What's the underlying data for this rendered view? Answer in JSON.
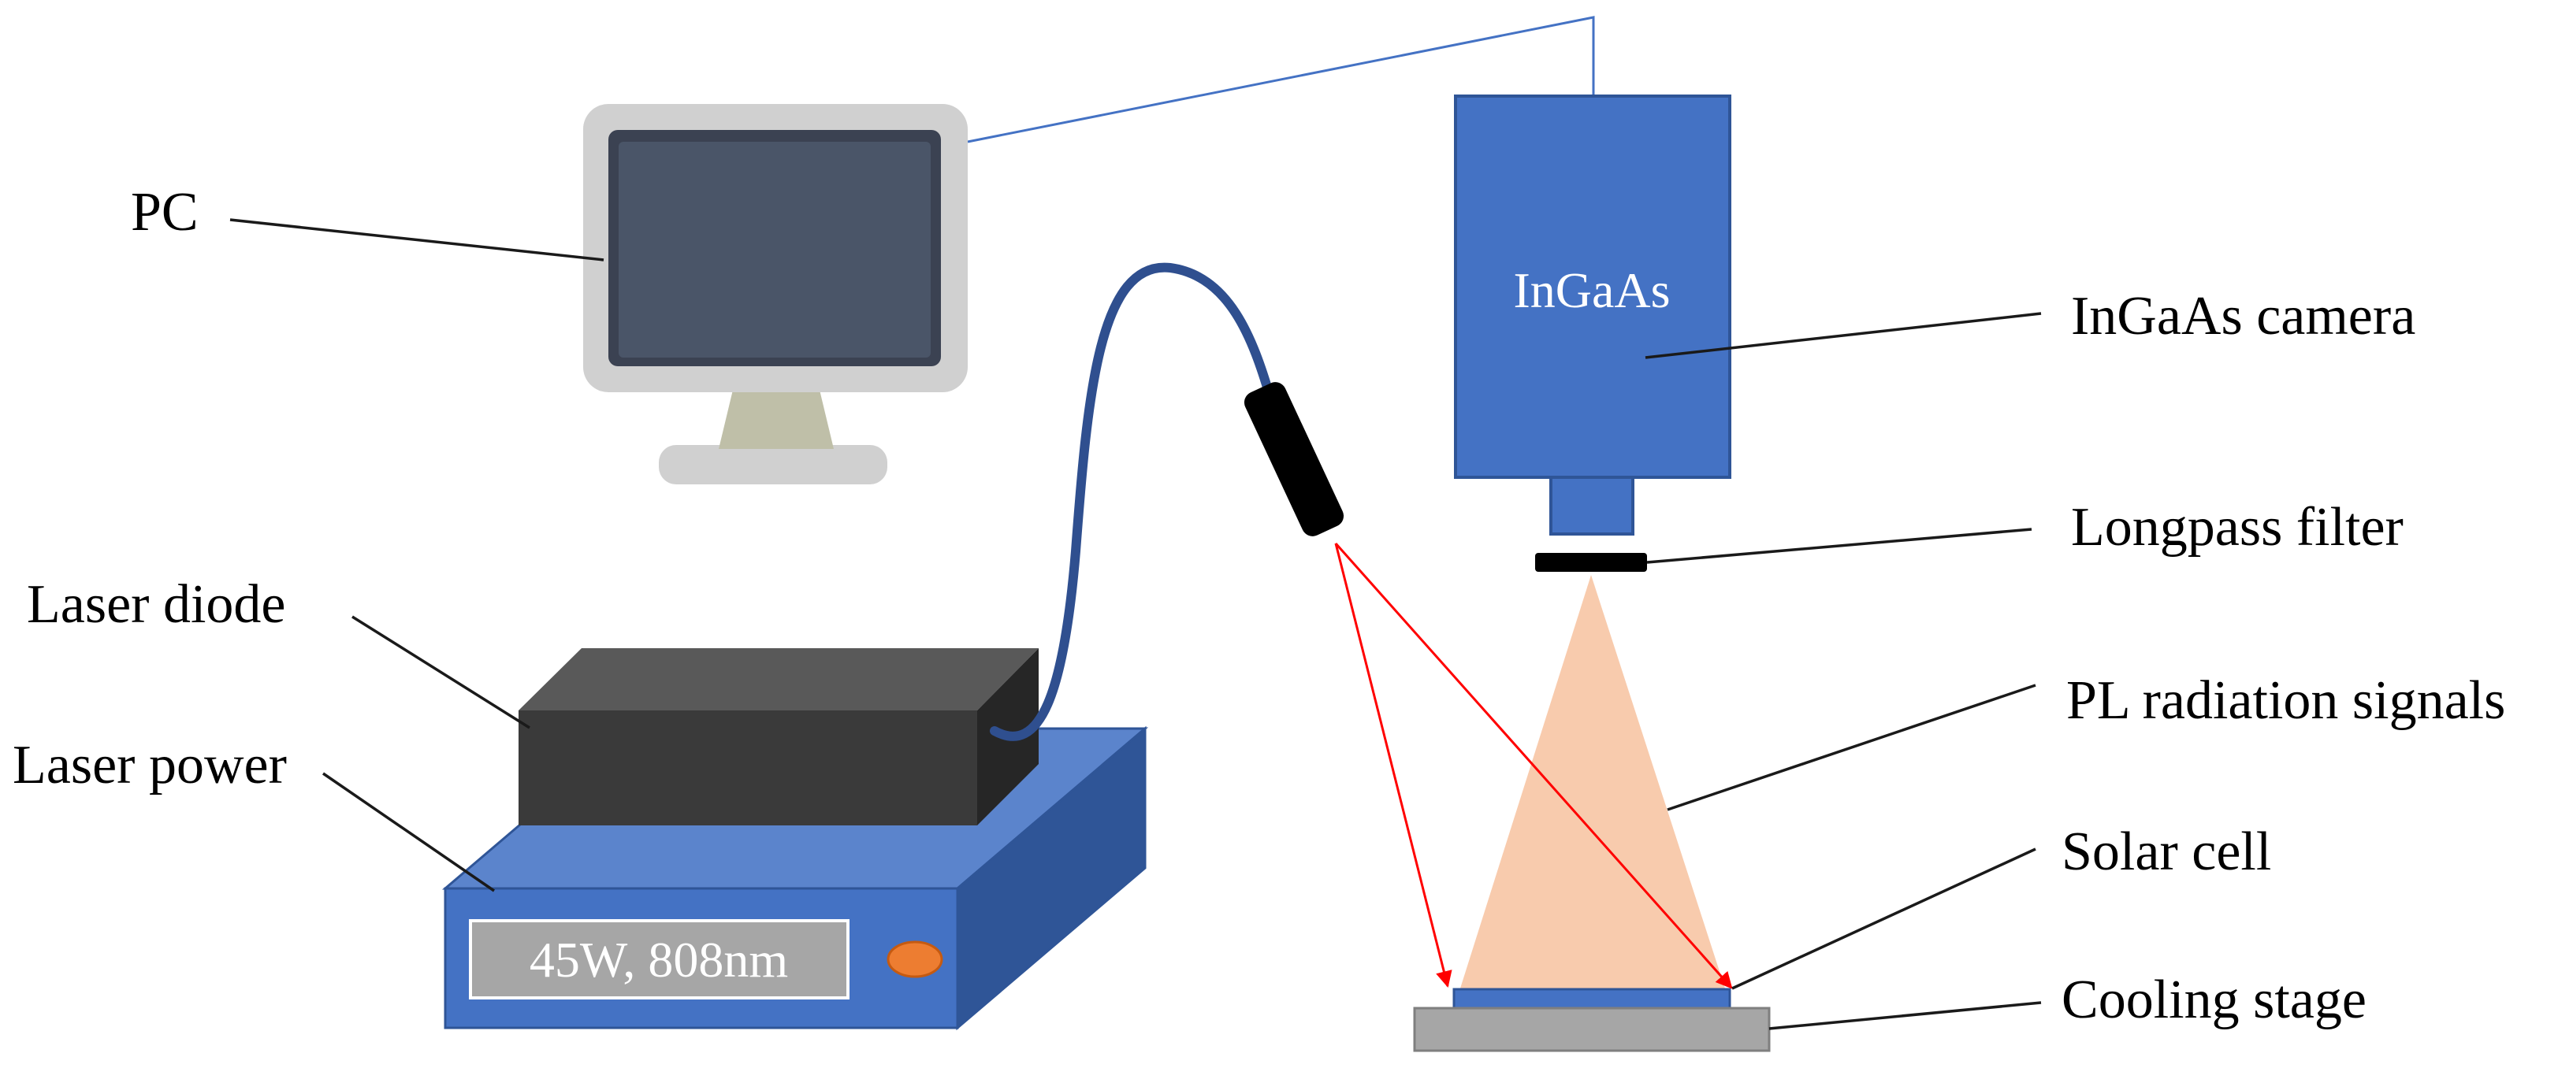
{
  "labels": {
    "pc": "PC",
    "ingaas_camera": "InGaAs camera",
    "longpass_filter": "Longpass filter",
    "pl_radiation": "PL radiation signals",
    "solar_cell": "Solar cell",
    "cooling_stage": "Cooling stage",
    "laser_diode": "Laser diode",
    "laser_power": "Laser power"
  },
  "devices": {
    "camera_text": "InGaAs",
    "power_display": "45W, 808nm"
  },
  "colors": {
    "camera_blue": "#4472c4",
    "monitor_frame": "#d0d0d0",
    "monitor_screen": "#4a5568",
    "laser_diode_body": "#3a3a3a",
    "power_supply_blue": "#4472c4",
    "pl_glow": "#f8cbad",
    "laser_beam": "#ff0000",
    "fiber": "#2f4f8f",
    "cooling_stage": "#a6a6a6",
    "indicator": "#ed7d31"
  }
}
